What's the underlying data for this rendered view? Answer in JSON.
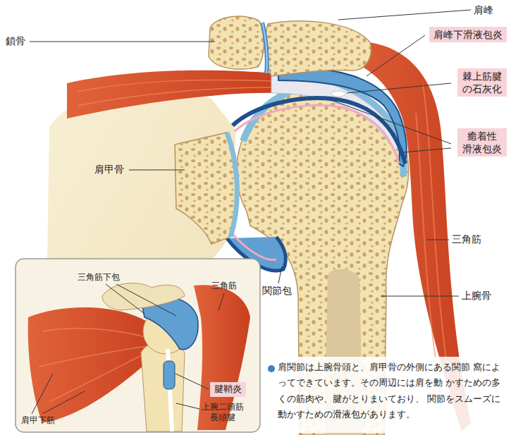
{
  "diagram": {
    "caption": "肩関節は上腕骨頭と、肩甲骨の外側にある関節 窩によってできています。その周辺には肩を動 かすための多くの筋肉や、腱がとりまいており、 関節をスムーズに動かすための滑液包があります。",
    "nodes": [
      {
        "text": [
          "肩峰下滑液包炎"
        ]
      },
      {
        "text": [
          "棘上筋腱 の石灰化"
        ]
      },
      {
        "text": [
          "癒着性 滑液包炎"
        ]
      },
      {
        "text": [
          "三角筋下包",
          "三角筋",
          "肩甲下筋",
          "上腕二頭筋 長頭腱"
        ]
      },
      {
        "text": [
          "腱鞘炎"
        ],
        "in": 3
      }
    ],
    "labels": [
      "肩峰",
      "鎖骨",
      "肩甲骨",
      "三角筋",
      "関節包",
      "上腕骨"
    ]
  }
}
